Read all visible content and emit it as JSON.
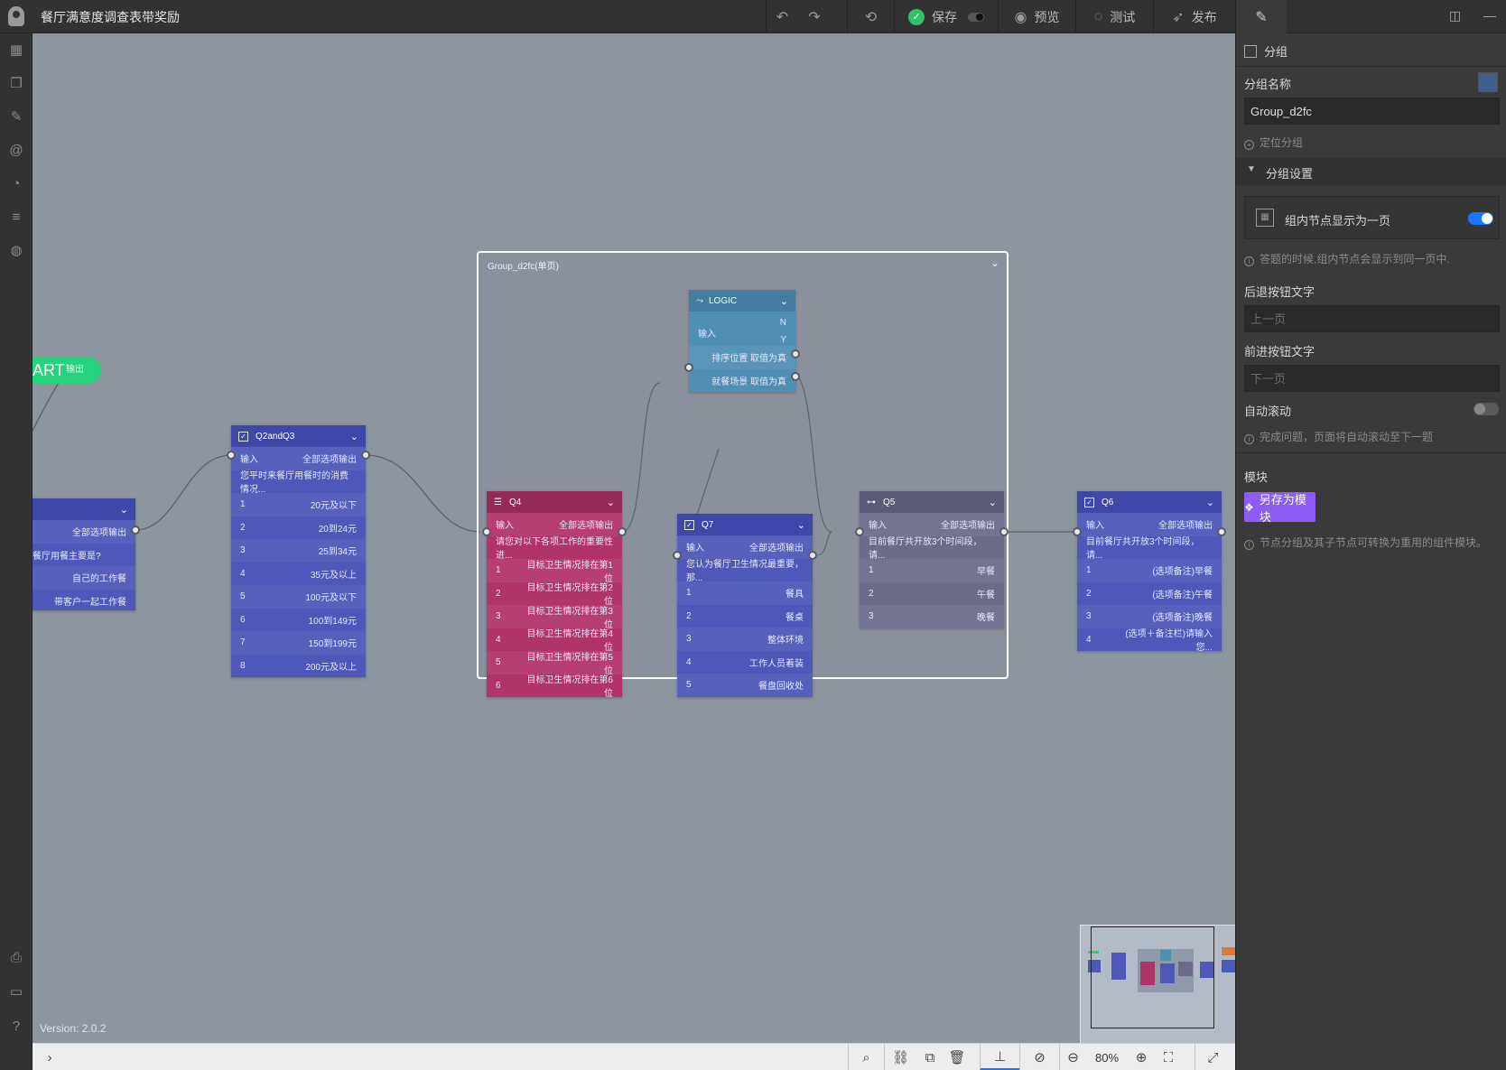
{
  "app": {
    "title": "餐厅满意度调查表带奖励"
  },
  "toolbar": {
    "save": "保存",
    "preview": "预览",
    "test": "测试",
    "publish": "发布"
  },
  "canvas": {
    "version": "Version: 2.0.2",
    "start": {
      "label": "ART",
      "out": "输出"
    },
    "group": {
      "title": "Group_d2fc(单页)"
    },
    "q1": {
      "out": "全部选项输出",
      "question": "餐厅用餐主要是?",
      "options": [
        "自己的工作餐",
        "带客户一起工作餐"
      ]
    },
    "q2": {
      "title": "Q2andQ3",
      "in": "输入",
      "out": "全部选项输出",
      "question": "您平时来餐厅用餐时的消费情况...",
      "options": [
        {
          "num": "1",
          "text": "20元及以下"
        },
        {
          "num": "2",
          "text": "20到24元"
        },
        {
          "num": "3",
          "text": "25到34元"
        },
        {
          "num": "4",
          "text": "35元及以上"
        },
        {
          "num": "5",
          "text": "100元及以下"
        },
        {
          "num": "6",
          "text": "100到149元"
        },
        {
          "num": "7",
          "text": "150到199元"
        },
        {
          "num": "8",
          "text": "200元及以上"
        }
      ]
    },
    "logic": {
      "title": "LOGIC",
      "in": "输入",
      "n": "N",
      "y": "Y",
      "rules": [
        "排序位置 取值为真",
        "就餐场景 取值为真"
      ]
    },
    "q4": {
      "title": "Q4",
      "in": "输入",
      "out": "全部选项输出",
      "question": "请您对以下各项工作的重要性进...",
      "options": [
        {
          "num": "1",
          "text": "目标卫生情况排在第1位"
        },
        {
          "num": "2",
          "text": "目标卫生情况排在第2位"
        },
        {
          "num": "3",
          "text": "目标卫生情况排在第3位"
        },
        {
          "num": "4",
          "text": "目标卫生情况排在第4位"
        },
        {
          "num": "5",
          "text": "目标卫生情况排在第5位"
        },
        {
          "num": "6",
          "text": "目标卫生情况排在第6位"
        }
      ]
    },
    "q7": {
      "title": "Q7",
      "in": "输入",
      "out": "全部选项输出",
      "question": "您认为餐厅卫生情况最重要，那...",
      "options": [
        {
          "num": "1",
          "text": "餐具"
        },
        {
          "num": "2",
          "text": "餐桌"
        },
        {
          "num": "3",
          "text": "整体环境"
        },
        {
          "num": "4",
          "text": "工作人员着装"
        },
        {
          "num": "5",
          "text": "餐盘回收处"
        }
      ]
    },
    "q5": {
      "title": "Q5",
      "in": "输入",
      "out": "全部选项输出",
      "question": "目前餐厅共开放3个时间段，请...",
      "options": [
        {
          "num": "1",
          "text": "早餐"
        },
        {
          "num": "2",
          "text": "午餐"
        },
        {
          "num": "3",
          "text": "晚餐"
        }
      ]
    },
    "q6": {
      "title": "Q6",
      "in": "输入",
      "out": "全部选项输出",
      "question": "目前餐厅共开放3个时间段，请...",
      "options": [
        {
          "num": "1",
          "text": "(选项备注)早餐"
        },
        {
          "num": "2",
          "text": "(选项备注)午餐"
        },
        {
          "num": "3",
          "text": "(选项备注)晚餐"
        },
        {
          "num": "4",
          "text": "(选项＋备注栏)请输入您..."
        }
      ]
    }
  },
  "bottombar": {
    "zoom": "80%"
  },
  "panel": {
    "section": "分组",
    "group_name_label": "分组名称",
    "group_name_value": "Group_d2fc",
    "group_color": "#3f5f8f",
    "locate": "定位分组",
    "settings_title": "分组设置",
    "single_page_label": "组内节点显示为一页",
    "single_page_on": true,
    "single_page_hint": "答题的时候,组内节点会显示到同一页中.",
    "back_label": "后退按钮文字",
    "back_placeholder": "上一页",
    "next_label": "前进按钮文字",
    "next_placeholder": "下一页",
    "autoscroll_label": "自动滚动",
    "autoscroll_on": false,
    "autoscroll_hint": "完成问题，页面将自动滚动至下一题",
    "module_label": "模块",
    "module_button": "另存为模块",
    "module_hint": "节点分组及其子节点可转换为重用的组件模块。"
  },
  "colors": {
    "accent": "#1677ff",
    "start": "#27d27e",
    "module": "#8b5cf6"
  }
}
